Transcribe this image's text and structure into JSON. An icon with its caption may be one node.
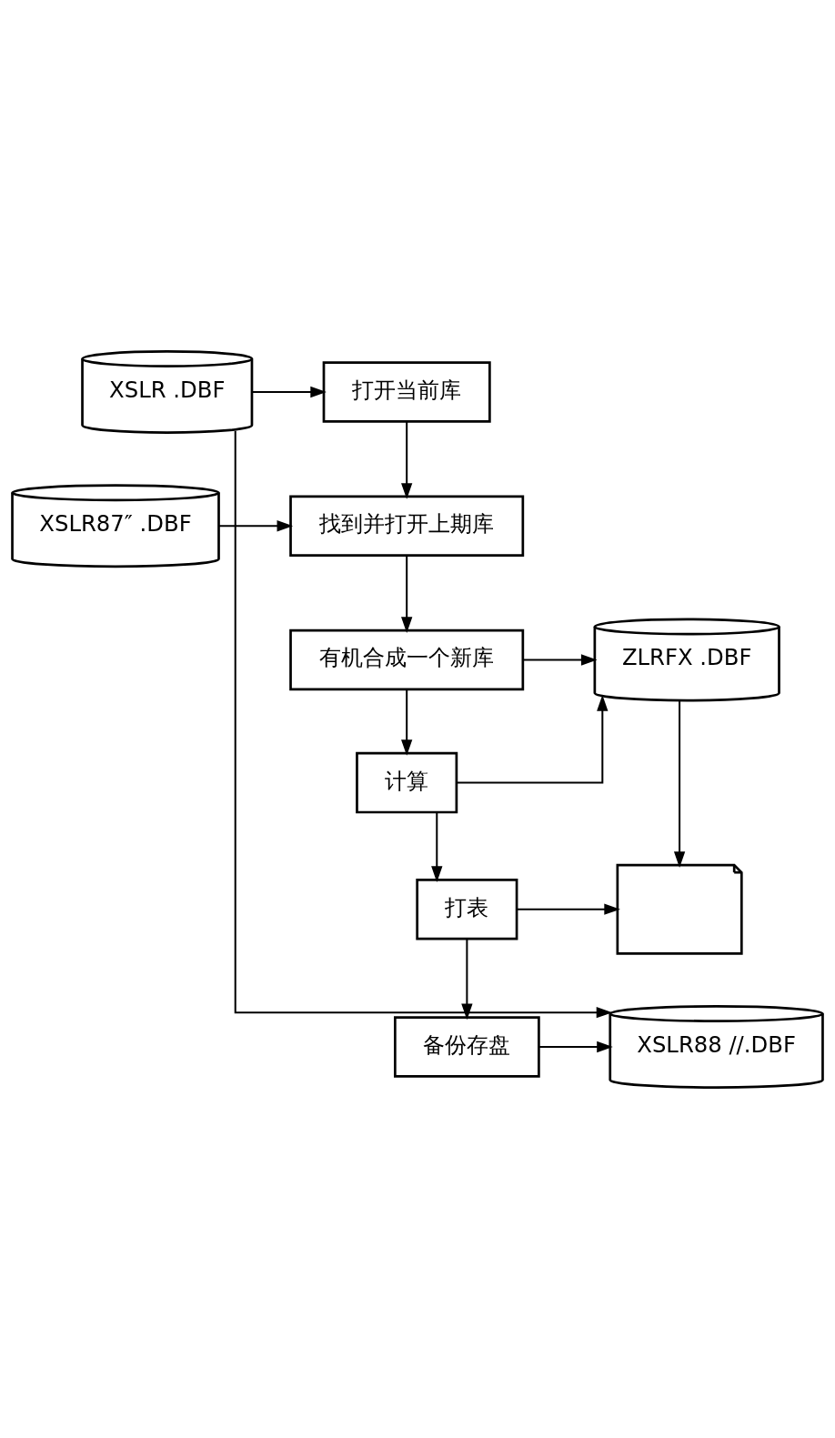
{
  "diagram": {
    "nodes": [
      {
        "text": [
          "打开当前库"
        ]
      },
      {
        "text": [
          "XSLR .DBF"
        ]
      },
      {
        "text": [
          "找到并打开上期库"
        ]
      },
      {
        "text": [
          "XSLR87″ .DBF"
        ]
      },
      {
        "text": [
          "有机合成一个新库"
        ]
      },
      {
        "text": [
          "ZLRFX .DBF"
        ]
      },
      {
        "text": [
          "计算"
        ]
      },
      {
        "text": [
          "打表"
        ]
      },
      {
        "text": [],
        "shape": "picture"
      },
      {
        "text": [
          "备份存盘"
        ]
      },
      {
        "text": [
          "XSLR88 //.DBF"
        ]
      }
    ],
    "edges": [
      {
        "from": 1,
        "to": 0,
        "arrow": "to"
      },
      {
        "from": 0,
        "to": 2,
        "arrow": "to"
      },
      {
        "from": 3,
        "to": 2,
        "arrow": "to"
      },
      {
        "from": 2,
        "to": 4,
        "arrow": "to"
      },
      {
        "from": 4,
        "to": 5,
        "arrow": "to"
      },
      {
        "from": 4,
        "to": 6,
        "arrow": "to"
      },
      {
        "from": 6,
        "to": 5,
        "arrow": "to"
      },
      {
        "from": 6,
        "to": 7,
        "arrow": "to"
      },
      {
        "from": 7,
        "to": 8,
        "arrow": "to"
      },
      {
        "from": 5,
        "to": 8,
        "arrow": "to"
      },
      {
        "from": 7,
        "to": 9,
        "arrow": "to"
      },
      {
        "from": 1,
        "to": 10,
        "arrow": "to"
      },
      {
        "from": 9,
        "to": 10,
        "arrow": "to"
      }
    ]
  }
}
